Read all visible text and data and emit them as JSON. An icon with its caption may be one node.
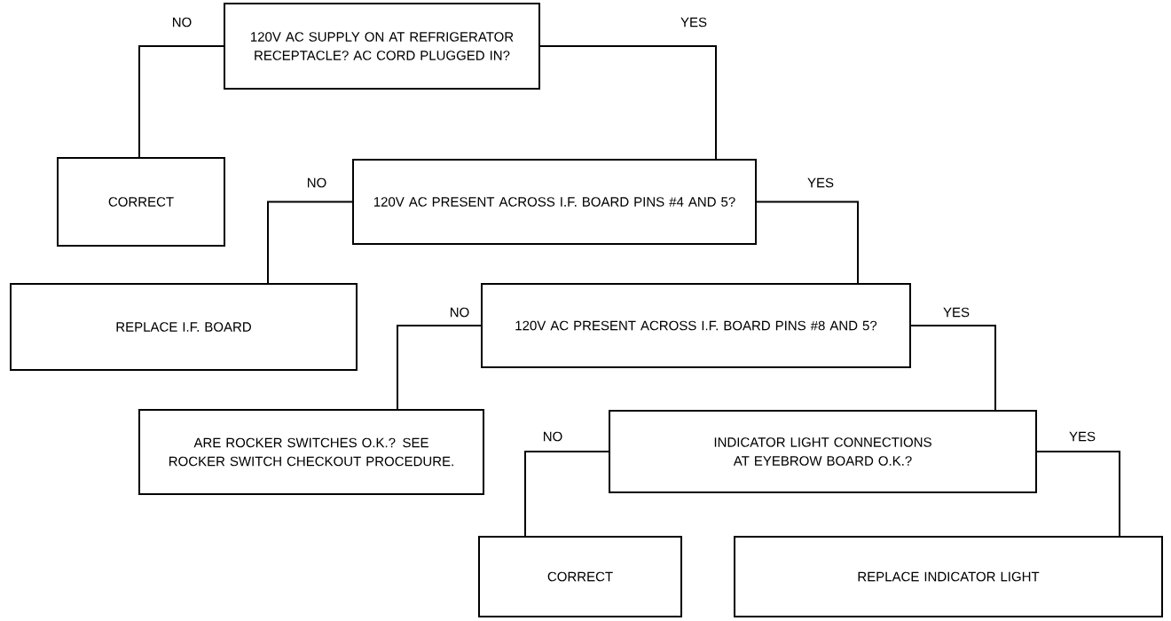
{
  "diagram": {
    "nodes": [
      {
        "text": [
          "120V AC SUPPLY ON AT REFRIGERATOR RECEPTACLE? AC CORD PLUGGED IN?"
        ]
      },
      {
        "text": [
          "CORRECT"
        ]
      },
      {
        "text": [
          "120V AC PRESENT ACROSS I.F. BOARD PINS #4 AND 5?"
        ]
      },
      {
        "text": [
          "REPLACE I.F. BOARD"
        ]
      },
      {
        "text": [
          "120V AC PRESENT ACROSS I.F. BOARD PINS #8 AND 5?"
        ]
      },
      {
        "text": [
          "ARE ROCKER SWITCHES O.K.? SEE ROCKER SWITCH CHECKOUT PROCEDURE."
        ]
      },
      {
        "text": [
          "INDICATOR LIGHT CONNECTIONS AT EYEBROW BOARD O.K.?"
        ]
      },
      {
        "text": [
          "CORRECT"
        ]
      },
      {
        "text": [
          "REPLACE INDICATOR LIGHT"
        ]
      }
    ],
    "edges": [
      {
        "from": 0,
        "to": 1,
        "arrow": "none",
        "label": "NO"
      },
      {
        "from": 0,
        "to": 2,
        "arrow": "none",
        "label": "YES"
      },
      {
        "from": 2,
        "to": 3,
        "arrow": "none",
        "label": "NO"
      },
      {
        "from": 2,
        "to": 4,
        "arrow": "none",
        "label": "YES"
      },
      {
        "from": 4,
        "to": 5,
        "arrow": "none",
        "label": "NO"
      },
      {
        "from": 4,
        "to": 6,
        "arrow": "none",
        "label": "YES"
      },
      {
        "from": 6,
        "to": 7,
        "arrow": "none",
        "label": "NO"
      },
      {
        "from": 6,
        "to": 8,
        "arrow": "none",
        "label": "YES"
      }
    ]
  }
}
